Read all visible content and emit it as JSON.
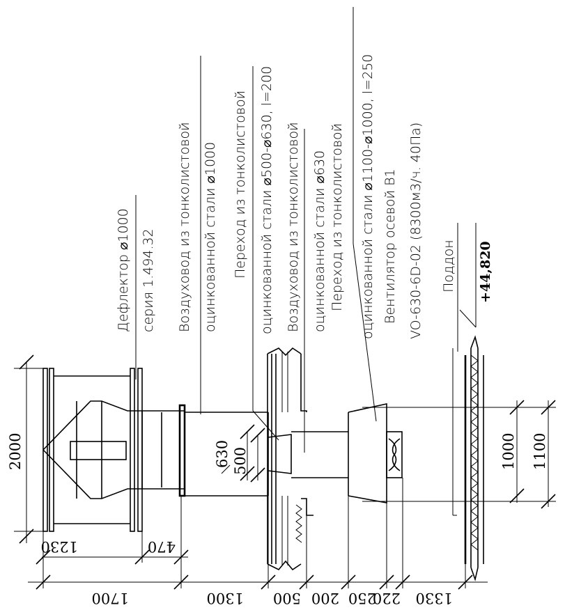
{
  "annotations": {
    "deflector": "Дефлектор ⌀1000",
    "deflector_series": "серия 1.494.32",
    "duct1_line1": "Воздуховод из тонколистовой",
    "duct1_line2": "оцинкованной стали ⌀1000",
    "transition1_line1": "Переход из тонколистовой",
    "transition1_line2": "оцинкованной стали ⌀500-⌀630, l=200",
    "duct2_line1": "Воздуховод из тонколистовой",
    "duct2_line2": "оцинкованной стали ⌀630",
    "transition2_line1": "Переход из тонколистовой",
    "transition2_line2": "оцинкованной стали ⌀1100-⌀1000, l=250",
    "fan_line1": "Вентилятор осевой В1",
    "fan_line2": "VO-630-6D-02 (8300м3/ч. 40Па)",
    "pallet": "Поддон",
    "elevation": "+44,820"
  },
  "dimensions": {
    "d2000": "2000",
    "d1230": "1230",
    "d470": "470",
    "d1700": "1700",
    "d1300": "1300",
    "d500_bottom": "500",
    "d200": "200",
    "d250": "250",
    "d220": "220",
    "d1330": "1330",
    "d630": "630",
    "d500_inner": "500",
    "d1000": "1000",
    "d1100": "1100"
  }
}
